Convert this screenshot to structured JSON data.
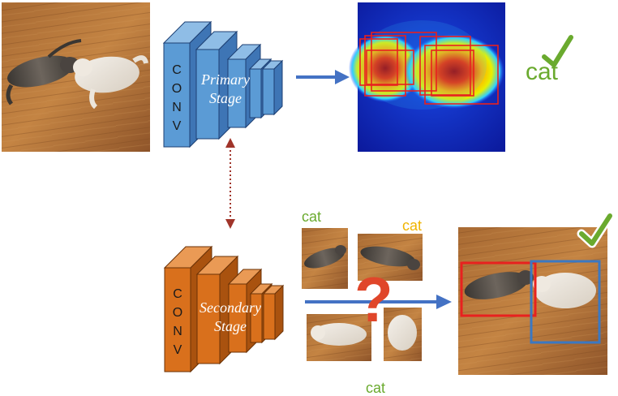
{
  "primary": {
    "conv_letters": [
      "C",
      "O",
      "N",
      "V"
    ],
    "stage_line1": "Primary",
    "stage_line2": "Stage",
    "result_label": "cat",
    "colors": {
      "front": "#5b9bd5",
      "side": "#3e75b5",
      "top": "#8fbde6",
      "stroke": "#1d3f73"
    }
  },
  "secondary": {
    "conv_letters": [
      "C",
      "O",
      "N",
      "V"
    ],
    "stage_line1": "Secondary",
    "stage_line2": "Stage",
    "colors": {
      "front": "#d9701c",
      "side": "#a9520f",
      "top": "#ea9a55",
      "stroke": "#6b3206"
    }
  },
  "crops": {
    "label_top_left": "cat",
    "label_top_right": "cat",
    "label_bottom": "cat",
    "question_mark": "?"
  },
  "colors": {
    "arrow": "#4472c4",
    "checkmark": "#6aaa2e",
    "green_text": "#6aaa2e",
    "yellow_text": "#f0b400",
    "question": "#e0462a",
    "link": "#a0342a",
    "box_red": "#e8211f",
    "box_blue": "#3b78c2"
  },
  "icons": [
    "checkmark-icon",
    "arrow-icon",
    "question-mark-icon"
  ]
}
